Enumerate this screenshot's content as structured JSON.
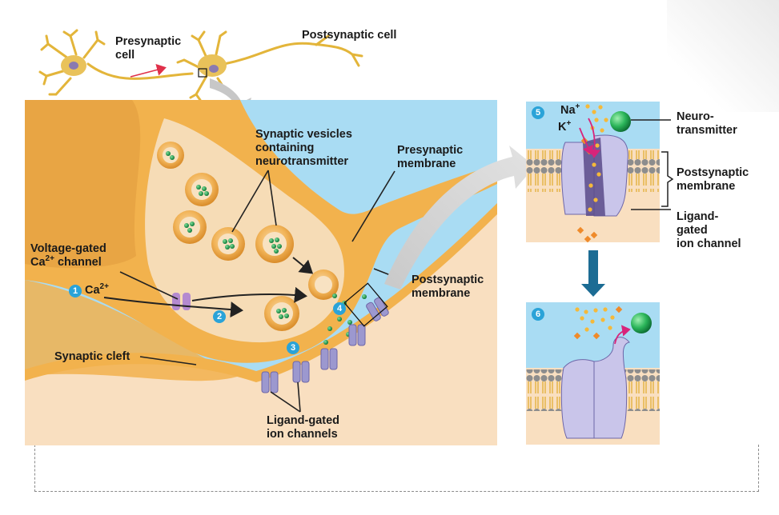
{
  "labels": {
    "presynaptic_cell_1": "Presynaptic",
    "presynaptic_cell_2": "cell",
    "postsynaptic_cell": "Postsynaptic cell",
    "synaptic_vesicles_1": "Synaptic vesicles",
    "synaptic_vesicles_2": "containing",
    "synaptic_vesicles_3": "neurotransmitter",
    "presynaptic_membrane_1": "Presynaptic",
    "presynaptic_membrane_2": "membrane",
    "voltage_gated_1": "Voltage-gated",
    "voltage_gated_ca": "Ca",
    "voltage_gated_sup": "2+",
    "voltage_gated_2": " channel",
    "ca_ion": "Ca",
    "ca_sup": "2+",
    "postsynaptic_membrane_1": "Postsynaptic",
    "postsynaptic_membrane_2": "membrane",
    "synaptic_cleft": "Synaptic cleft",
    "ligand_gated_1": "Ligand-gated",
    "ligand_gated_2": "ion channels",
    "na_ion": "Na",
    "na_sup": "+",
    "k_ion": "K",
    "k_sup": "+",
    "neurotransmitter_1": "Neuro-",
    "neurotransmitter_2": "transmitter",
    "inset_postsynaptic_1": "Postsynaptic",
    "inset_postsynaptic_2": "membrane",
    "inset_ligand_1": "Ligand-",
    "inset_ligand_2": "gated",
    "inset_ligand_3": "ion channel"
  },
  "steps": [
    "1",
    "2",
    "3",
    "4",
    "5",
    "6"
  ],
  "colors": {
    "extracellular": "#a9dcf3",
    "axon": "#f2b24d",
    "axon_interior": "#f6dcb6",
    "postsynaptic_cell": "#f9dfc0",
    "vesicle": "#f0a94a",
    "neurotransmitter": "#1f9a4a",
    "channel": "#b9b6dd",
    "channel_dark": "#5a4a8a",
    "badge": "#2aa3d8",
    "flow_arrow": "#1c6c94",
    "ion": "#f5b93a",
    "k_ion": "#ef8a2a"
  }
}
